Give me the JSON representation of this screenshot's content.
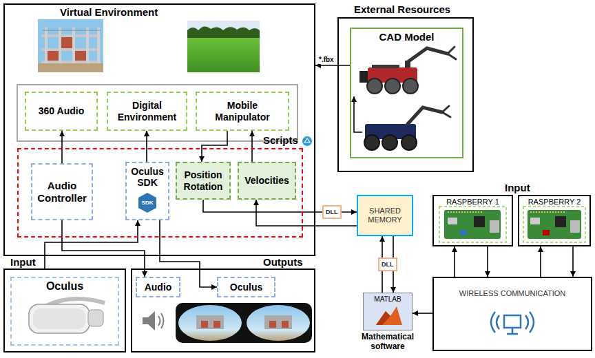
{
  "diagram": {
    "nodes": [
      {
        "text": [
          "Virtual Environment"
        ]
      },
      {
        "text": [
          "360 Audio"
        ],
        "in": 0
      },
      {
        "text": [
          "Digital Environment"
        ],
        "in": 0
      },
      {
        "text": [
          "Mobile Manipulator"
        ],
        "in": 0
      },
      {
        "text": [
          "Scripts"
        ],
        "in": 0
      },
      {
        "text": [
          "Audio Controller"
        ],
        "in": 4
      },
      {
        "text": [
          "Oculus SDK"
        ],
        "in": 4
      },
      {
        "text": [
          "Position Rotation"
        ],
        "in": 4
      },
      {
        "text": [
          "Velocities"
        ],
        "in": 4
      },
      {
        "text": [
          "External Resources"
        ]
      },
      {
        "text": [
          "CAD Model"
        ],
        "in": 9
      },
      {
        "text": [
          "SHARED MEMORY"
        ]
      },
      {
        "text": [
          "MATLAB",
          "Mathematical software"
        ]
      },
      {
        "text": [
          "RASPBERRY 1"
        ]
      },
      {
        "text": [
          "RASPBERRY 2"
        ]
      },
      {
        "text": [
          "WIRELESS COMMUNICATION"
        ]
      },
      {
        "text": [
          "Input"
        ]
      },
      {
        "text": [
          "Oculus"
        ],
        "in": 16
      },
      {
        "text": [
          "Outputs"
        ]
      },
      {
        "text": [
          "Audio"
        ],
        "in": 18
      },
      {
        "text": [
          "Oculus"
        ],
        "in": 18
      }
    ],
    "edges": [
      {
        "from": 5,
        "to": 1,
        "arrow": "to"
      },
      {
        "from": 6,
        "to": 2,
        "arrow": "to"
      },
      {
        "from": 3,
        "to": 7,
        "arrow": "to"
      },
      {
        "from": 8,
        "to": 3,
        "arrow": "to"
      },
      {
        "from": 10,
        "to": 0,
        "label": "*.fbx",
        "arrow": "to"
      },
      {
        "from": 7,
        "to": 11,
        "arrow": "to"
      },
      {
        "from": 11,
        "to": 8,
        "arrow": "to"
      },
      {
        "from": 11,
        "to": 12,
        "arrow": "to"
      },
      {
        "from": 12,
        "to": 11,
        "arrow": "to"
      },
      {
        "from": 15,
        "to": 13,
        "arrow": "to"
      },
      {
        "from": 13,
        "to": 15,
        "arrow": "to"
      },
      {
        "from": 15,
        "to": 14,
        "arrow": "to"
      },
      {
        "from": 14,
        "to": 15,
        "arrow": "to"
      },
      {
        "from": 15,
        "to": 12,
        "arrow": "to"
      },
      {
        "from": 16,
        "to": 6,
        "arrow": "to"
      },
      {
        "from": 5,
        "to": 19,
        "arrow": "to"
      },
      {
        "from": 6,
        "to": 20,
        "arrow": "to"
      }
    ],
    "labels": [
      "DLL",
      "DLL",
      "Input",
      "SDK"
    ]
  }
}
